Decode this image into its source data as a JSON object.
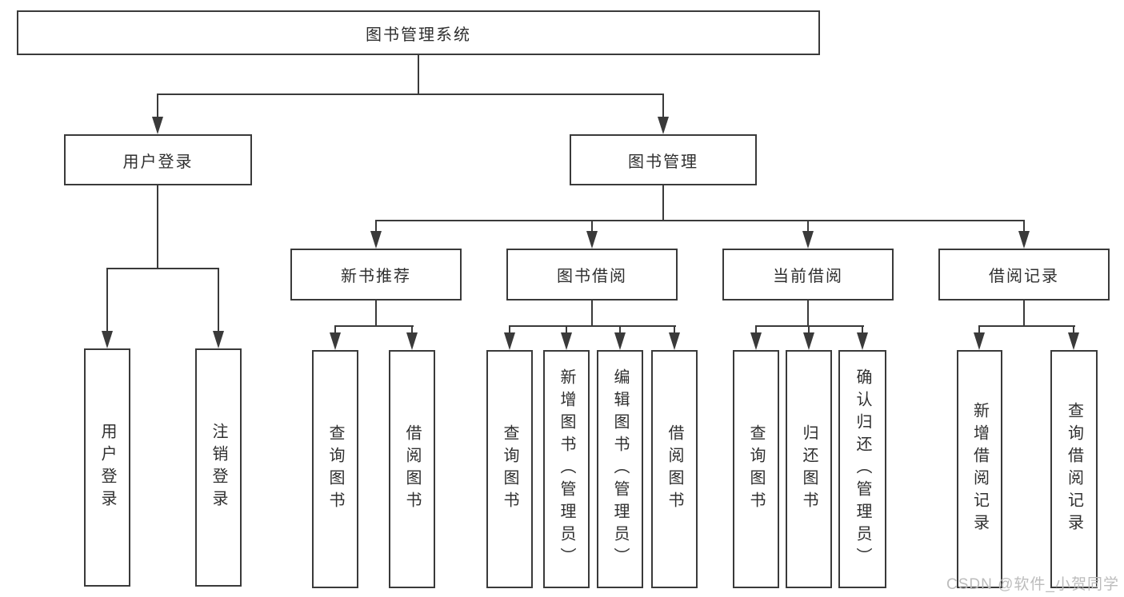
{
  "diagram": {
    "type": "hierarchy-tree",
    "colors": {
      "background": "#ffffff",
      "line": "#3a3a3a",
      "box_border": "#3a3a3a",
      "text": "#2f2f2f",
      "watermark": "#bcbcbc"
    },
    "tree": {
      "root": {
        "label": "图书管理系统"
      },
      "children": [
        {
          "label": "用户登录",
          "children": [
            {
              "label": "用户登录"
            },
            {
              "label": "注销登录"
            }
          ]
        },
        {
          "label": "图书管理",
          "children": [
            {
              "label": "新书推荐",
              "children": [
                {
                  "label": "查询图书"
                },
                {
                  "label": "借阅图书"
                }
              ]
            },
            {
              "label": "图书借阅",
              "children": [
                {
                  "label": "查询图书"
                },
                {
                  "label": "新增图书（管理员）"
                },
                {
                  "label": "编辑图书（管理员）"
                },
                {
                  "label": "借阅图书"
                }
              ]
            },
            {
              "label": "当前借阅",
              "children": [
                {
                  "label": "查询图书"
                },
                {
                  "label": "归还图书"
                },
                {
                  "label": "确认归还（管理员）"
                }
              ]
            },
            {
              "label": "借阅记录",
              "children": [
                {
                  "label": "新增借阅记录"
                },
                {
                  "label": "查询借阅记录"
                }
              ]
            }
          ]
        }
      ]
    },
    "watermark": {
      "text": "CSDN @软件_小贺同学"
    }
  }
}
